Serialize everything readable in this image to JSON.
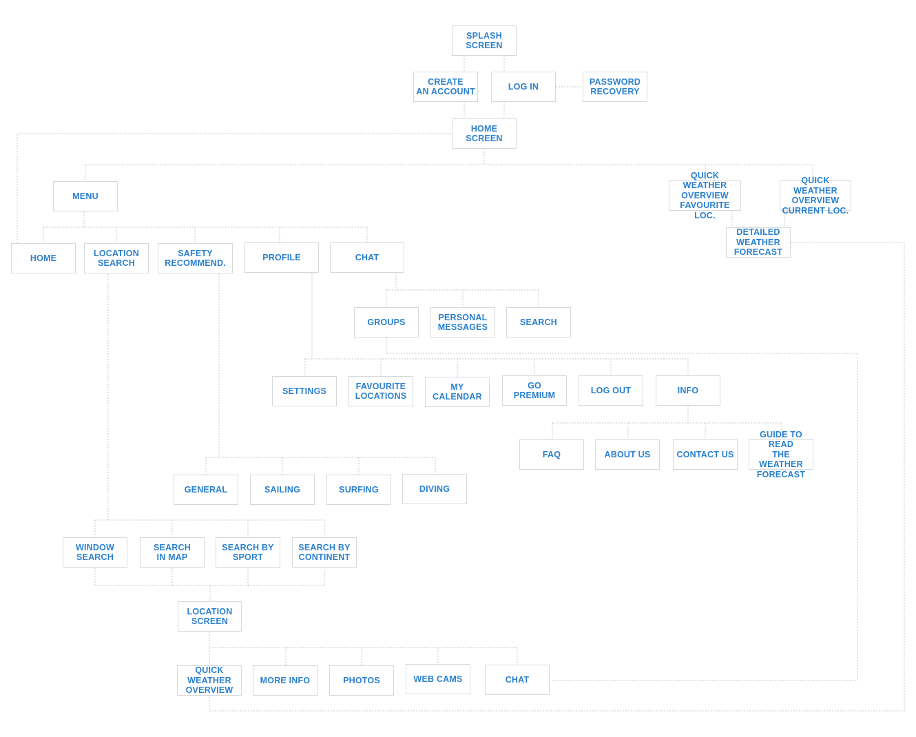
{
  "colors": {
    "node_text": "#2b80cf",
    "node_border": "#d6d9dc",
    "connector": "#c4c7ca",
    "background": "#ffffff"
  },
  "nodes": {
    "splash": "SPLASH\nSCREEN",
    "create_account": "CREATE\nAN ACCOUNT",
    "log_in": "LOG IN",
    "password_recovery": "PASSWORD\nRECOVERY",
    "home_screen": "HOME\nSCREEN",
    "menu": "MENU",
    "quick_weather_fav": "QUICK WEATHER\nOVERVIEW\nFAVOURITE LOC.",
    "quick_weather_current": "QUICK WEATHER\nOVERVIEW\nCURRENT LOC.",
    "detailed_forecast": "DETAILED\nWEATHER\nFORECAST",
    "home": "HOME",
    "location_search": "LOCATION\nSEARCH",
    "safety": "SAFETY\nRECOMMEND.",
    "profile": "PROFILE",
    "chat": "CHAT",
    "groups": "GROUPS",
    "personal_messages": "PERSONAL\nMESSAGES",
    "chat_search": "SEARCH",
    "settings": "SETTINGS",
    "favourite_locations": "FAVOURITE\nLOCATIONS",
    "my_calendar": "MY\nCALENDAR",
    "go_premium": "GO\nPREMIUM",
    "log_out": "LOG OUT",
    "info": "INFO",
    "faq": "FAQ",
    "about_us": "ABOUT US",
    "contact_us": "CONTACT US",
    "guide": "GUIDE TO READ\nTHE WEATHER\nFORECAST",
    "general": "GENERAL",
    "sailing": "SAILING",
    "surfing": "SURFING",
    "diving": "DIVING",
    "window_search": "WINDOW\nSEARCH",
    "search_in_map": "SEARCH\nIN MAP",
    "search_by_sport": "SEARCH BY\nSPORT",
    "search_by_continent": "SEARCH BY\nCONTINENT",
    "location_screen": "LOCATION\nSCREEN",
    "quick_weather_overview": "QUICK\nWEATHER\nOVERVIEW",
    "more_info": "MORE INFO",
    "photos": "PHOTOS",
    "web_cams": "WEB CAMS",
    "location_chat": "CHAT"
  }
}
